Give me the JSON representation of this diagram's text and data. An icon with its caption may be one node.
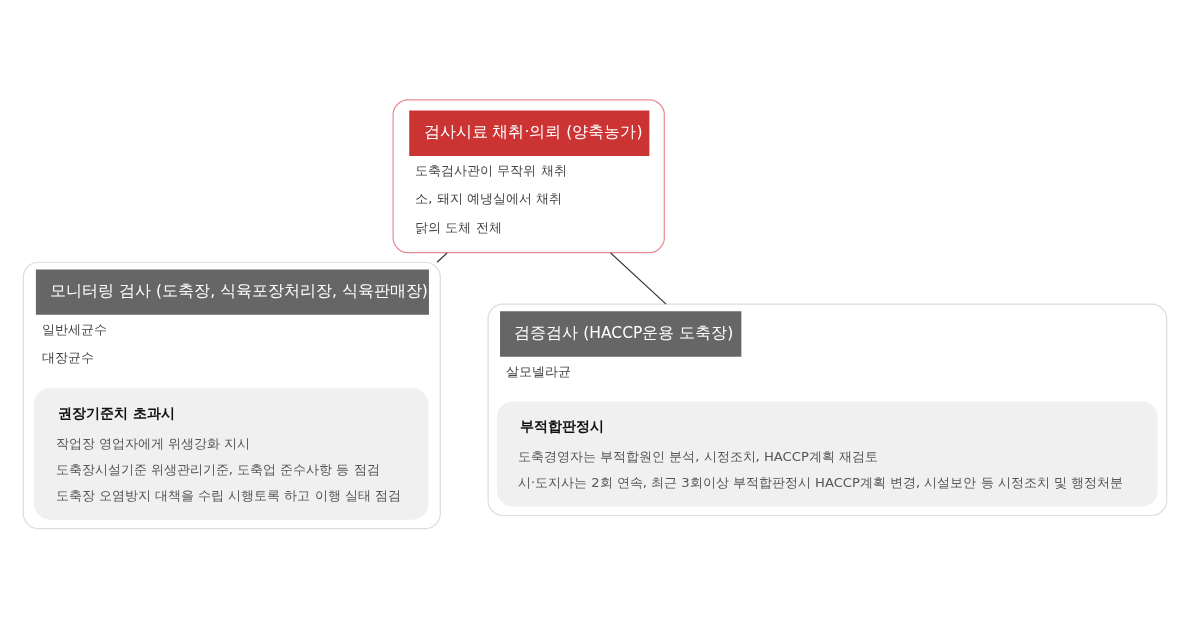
{
  "diagram": {
    "nodes": [
      {
        "text": [
          "검사시료 채취·의뢰 (양축농가)",
          "도축검사관이 무작위 채취",
          "소, 돼지 예냉실에서 채취",
          "닭의 도체 전체"
        ]
      },
      {
        "text": [
          "모니터링 검사 (도축장, 식육포장처리장, 식육판매장)",
          "일반세균수",
          "대장균수"
        ]
      },
      {
        "text": [
          "권장기준치 초과시",
          "작업장 영업자에게 위생강화 지시",
          "도축장시설기준 위생관리기준, 도축업 준수사항 등 점검",
          "도축장 오염방지 대책을 수립 시행토록 하고 이행 실태 점검"
        ],
        "in": 1
      },
      {
        "text": [
          "검증검사 (HACCP운용 도축장)",
          "살모넬라균"
        ]
      },
      {
        "text": [
          "부적합판정시",
          "도축경영자는 부적합원인 분석, 시정조치, HACCP계획 재검토",
          "시·도지사는 2회 연속, 최근 3회이상 부적합판정시 HACCP계획 변경, 시설보안 등 시정조치 및 행정처분"
        ],
        "in": 3
      }
    ],
    "edges": [
      {
        "from": 0,
        "to": 1,
        "arrow": "none"
      },
      {
        "from": 0,
        "to": 3,
        "arrow": "none"
      }
    ]
  }
}
